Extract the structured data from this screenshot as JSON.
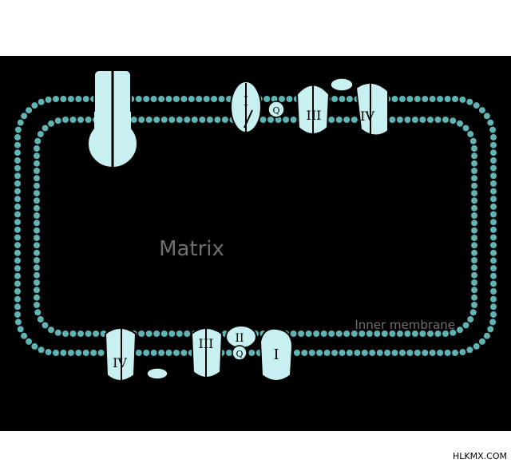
{
  "labels": {
    "matrix": "Matrix",
    "inner_membrane": "Inner membrane",
    "watermark": "HLKMX.COM"
  },
  "complexes": {
    "top": {
      "c1": "I",
      "q": "Q",
      "c3": "III",
      "c4": "IV"
    },
    "bottom": {
      "c4": "IV",
      "c3": "III",
      "c2": "II",
      "q": "Q",
      "c1": "I"
    }
  },
  "colors": {
    "background": "#000000",
    "membrane_bead": "#5fb3b3",
    "protein_fill": "#c8f0f0",
    "label_gray": "#6e6e6e",
    "watermark": "#000000"
  }
}
